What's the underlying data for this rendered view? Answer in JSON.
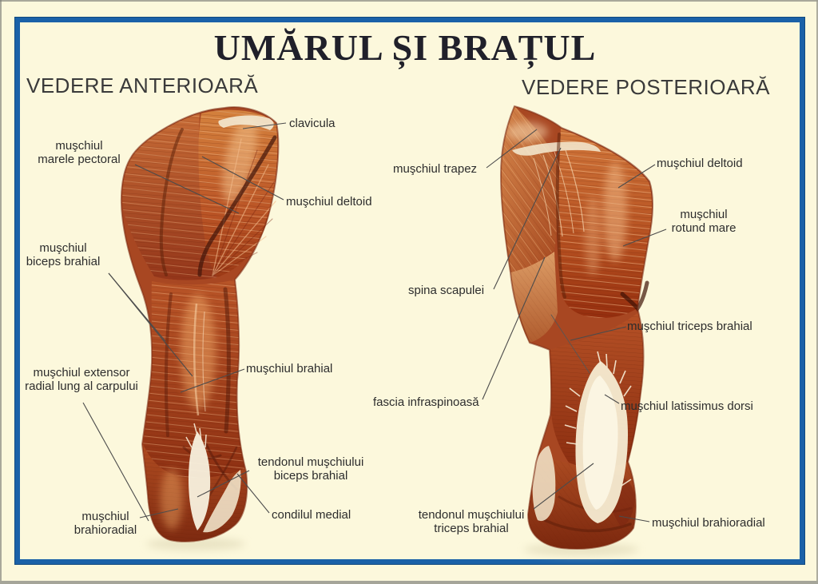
{
  "title": "UMĂRUL ȘI BRAȚUL",
  "frame": {
    "border_color": "#1a61a8",
    "background_color": "#fcf8dc",
    "label_text_color": "#2d2d2d"
  },
  "palette": {
    "muscle_mid": "#b5522a",
    "muscle_highlight": "#f3bd8c",
    "muscle_shadow": "#5f1c06",
    "tendon_white": "#f7eed8"
  },
  "left_panel": {
    "heading": "VEDERE ANTERIOARĂ",
    "labels": {
      "clavicula": {
        "text": "clavicula"
      },
      "marele_pectoral": {
        "l1": "muşchiul",
        "l2": "marele pectoral"
      },
      "deltoid": {
        "text": "muşchiul deltoid"
      },
      "biceps_brahial": {
        "l1": "muşchiul",
        "l2": "biceps brahial"
      },
      "extensor": {
        "l1": "muşchiul extensor",
        "l2": "radial lung al carpului"
      },
      "brahial": {
        "text": "muşchiul brahial"
      },
      "tendon_biceps": {
        "l1": "tendonul muşchiului",
        "l2": "biceps brahial"
      },
      "condil": {
        "text": "condilul medial"
      },
      "brahioradial": {
        "l1": "muşchiul",
        "l2": "brahioradial"
      }
    }
  },
  "right_panel": {
    "heading": "VEDERE POSTERIOARĂ",
    "labels": {
      "trapez": {
        "text": "muşchiul trapez"
      },
      "deltoid": {
        "text": "muşchiul deltoid"
      },
      "rotund_mare": {
        "l1": "muşchiul",
        "l2": "rotund mare"
      },
      "spina_scapulei": {
        "text": "spina scapulei"
      },
      "triceps": {
        "text": "muşchiul triceps brahial"
      },
      "fascia": {
        "text": "fascia infraspinoasă"
      },
      "latissimus": {
        "text": "muşchiul latissimus dorsi"
      },
      "tendon_triceps": {
        "l1": "tendonul muşchiului",
        "l2": "triceps brahial"
      },
      "brahioradial": {
        "text": "muşchiul brahioradial"
      }
    }
  }
}
